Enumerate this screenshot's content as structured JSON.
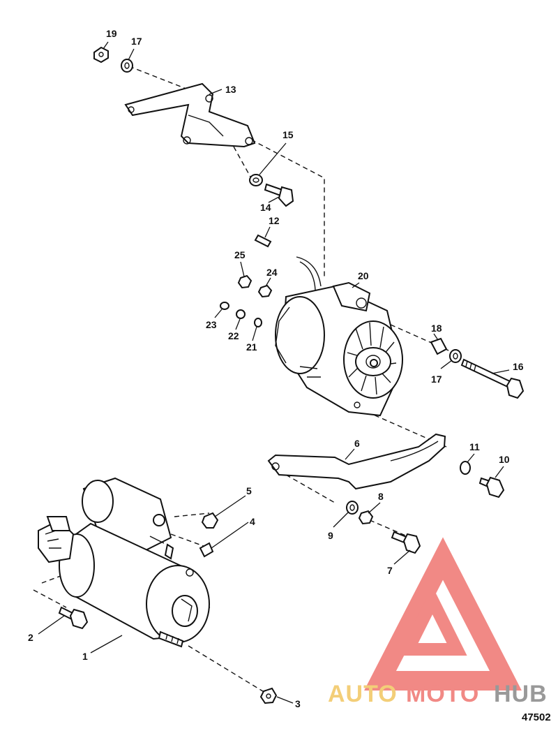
{
  "diagram": {
    "reference_number": "47502",
    "callouts": [
      "19",
      "17",
      "13",
      "15",
      "14",
      "12",
      "25",
      "24",
      "23",
      "22",
      "21",
      "20",
      "18",
      "17",
      "16",
      "6",
      "11",
      "10",
      "5",
      "8",
      "4",
      "9",
      "7",
      "2",
      "1",
      "3"
    ]
  },
  "watermark": {
    "text_part1": "AUTO",
    "text_part2": "MOTO",
    "text_part3": "HUB",
    "colors": {
      "accent": "#f07d78",
      "gold": "#f2c96a",
      "gray": "#8f8f8f"
    }
  }
}
